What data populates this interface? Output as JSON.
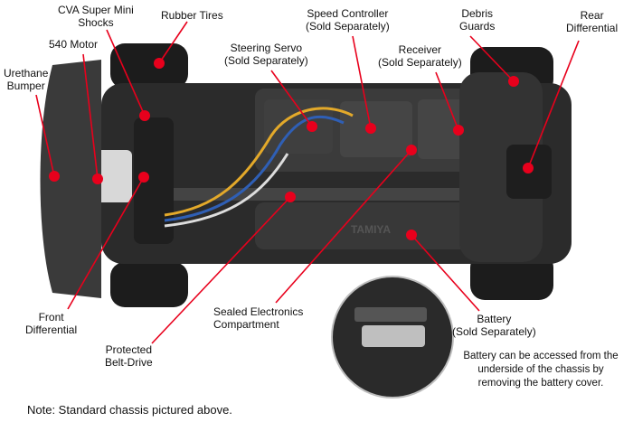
{
  "callouts": [
    {
      "id": "cva-shocks",
      "lines": [
        "CVA Super Mini",
        "Shocks"
      ]
    },
    {
      "id": "rubber-tires",
      "lines": [
        "Rubber Tires"
      ]
    },
    {
      "id": "speed-controller",
      "lines": [
        "Speed Controller",
        "(Sold Separately)"
      ]
    },
    {
      "id": "debris-guards",
      "lines": [
        "Debris",
        "Guards"
      ]
    },
    {
      "id": "rear-differential",
      "lines": [
        "Rear",
        "Differential"
      ]
    },
    {
      "id": "motor-540",
      "lines": [
        "540 Motor"
      ]
    },
    {
      "id": "steering-servo",
      "lines": [
        "Steering Servo",
        "(Sold Separately)"
      ]
    },
    {
      "id": "receiver",
      "lines": [
        "Receiver",
        "(Sold Separately)"
      ]
    },
    {
      "id": "urethane-bumper",
      "lines": [
        "Urethane",
        "Bumper"
      ]
    },
    {
      "id": "front-differential",
      "lines": [
        "Front",
        "Differential"
      ]
    },
    {
      "id": "sealed-electronics",
      "lines": [
        "Sealed Electronics",
        "Compartment"
      ]
    },
    {
      "id": "protected-belt-drive",
      "lines": [
        "Protected",
        "Belt-Drive"
      ]
    },
    {
      "id": "battery",
      "lines": [
        "Battery",
        "(Sold Separately)"
      ]
    }
  ],
  "battery_caption": [
    "Battery can be accessed from the",
    "underside of the chassis by",
    "removing the battery cover."
  ],
  "note": "Note: Standard chassis pictured above.",
  "chassis_logo": "TAMIYA",
  "colors": {
    "marker": "#e8001c",
    "chassis": "#2b2b2b",
    "tire": "#1c1c1c",
    "bumper": "#3a3a3a"
  }
}
